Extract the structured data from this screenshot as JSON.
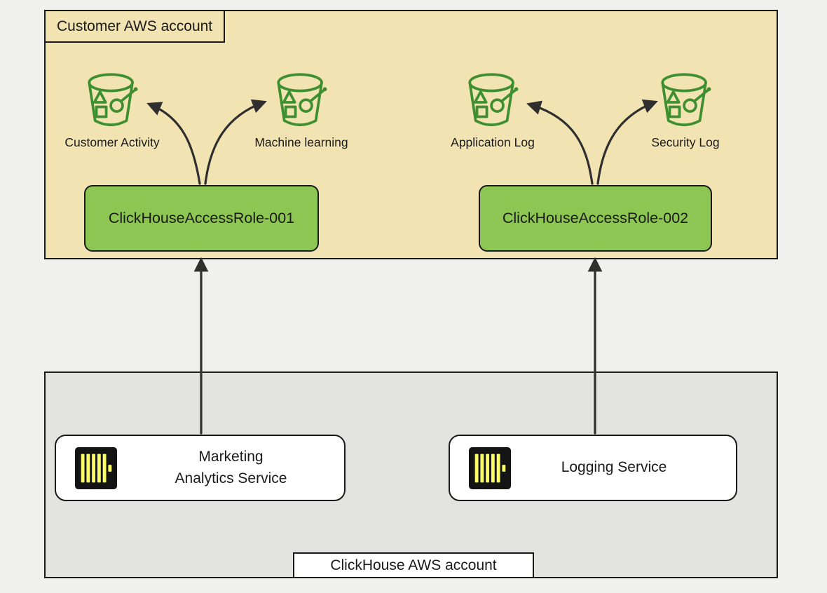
{
  "customer_account": {
    "label": "Customer AWS account",
    "buckets": [
      {
        "label": "Customer Activity"
      },
      {
        "label": "Machine learning"
      },
      {
        "label": "Application Log"
      },
      {
        "label": "Security Log"
      }
    ],
    "roles": [
      {
        "label": "ClickHouseAccessRole-001"
      },
      {
        "label": "ClickHouseAccessRole-002"
      }
    ]
  },
  "clickhouse_account": {
    "label": "ClickHouse AWS account",
    "services": [
      {
        "label": "Marketing Analytics Service"
      },
      {
        "label": "Logging Service"
      }
    ]
  },
  "icons": {
    "bucket": "s3-bucket-icon",
    "service_logo": "clickhouse-logo-icon"
  },
  "colors": {
    "page_bg": "#F0F0EE",
    "customer_account_bg": "#F2E3B3",
    "clickhouse_account_bg": "#E3E3E2",
    "role_fill": "#8DC653",
    "bucket_stroke": "#3D8F2F",
    "logo_bg": "#141414",
    "logo_bars": "#FBFD65",
    "arrow": "#2F2F2F",
    "border": "#1A1A1A"
  }
}
